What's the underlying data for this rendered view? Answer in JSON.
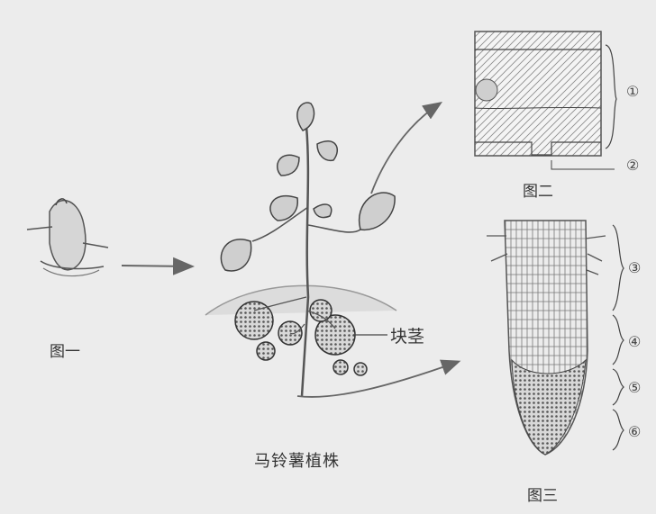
{
  "labels": {
    "fig1": "图一",
    "tuber": "块茎",
    "plant": "马铃薯植株",
    "fig2": "图二",
    "fig3": "图三"
  },
  "markers": {
    "m1": "①",
    "m2": "②",
    "m3": "③",
    "m4": "④",
    "m5": "⑤",
    "m6": "⑥"
  }
}
